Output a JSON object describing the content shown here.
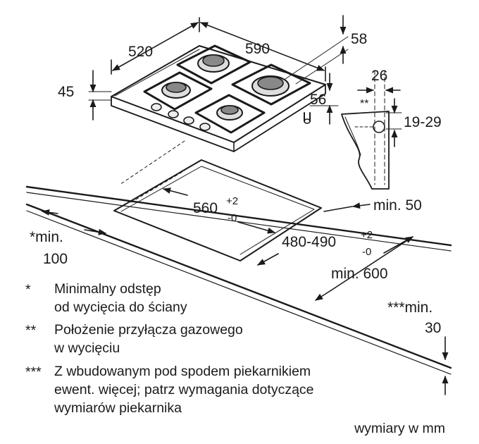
{
  "dimensions": {
    "hob_depth": "520",
    "hob_width": "590",
    "top_offset": "58",
    "hob_height": "45",
    "side_offset": "56",
    "connector_width": "26",
    "connector_mark": "**",
    "connector_height": "19-29",
    "cutout_width_main": "560",
    "cutout_width_tol_plus": "+2",
    "cutout_width_tol_minus": "-0",
    "cutout_depth_main": "480-490",
    "cutout_depth_tol_plus": "+2",
    "cutout_depth_tol_minus": "-0",
    "min_front": "min. 50",
    "min_side_label": "*min.",
    "min_side_value": "100",
    "min_back": "min. 600",
    "min_bottom_label": "***min.",
    "min_bottom_value": "30"
  },
  "legend": [
    {
      "mark": "*",
      "lines": [
        "Minimalny odstęp",
        "od wycięcia do ściany"
      ]
    },
    {
      "mark": "**",
      "lines": [
        "Położenie przyłącza gazowego",
        "w wycięciu"
      ]
    },
    {
      "mark": "***",
      "lines": [
        "Z wbudowanym pod spodem piekarnikiem",
        "ewent. więcej; patrz wymagania dotyczące",
        "wymiarów piekarnika"
      ]
    }
  ],
  "units_note": "wymiary w mm"
}
